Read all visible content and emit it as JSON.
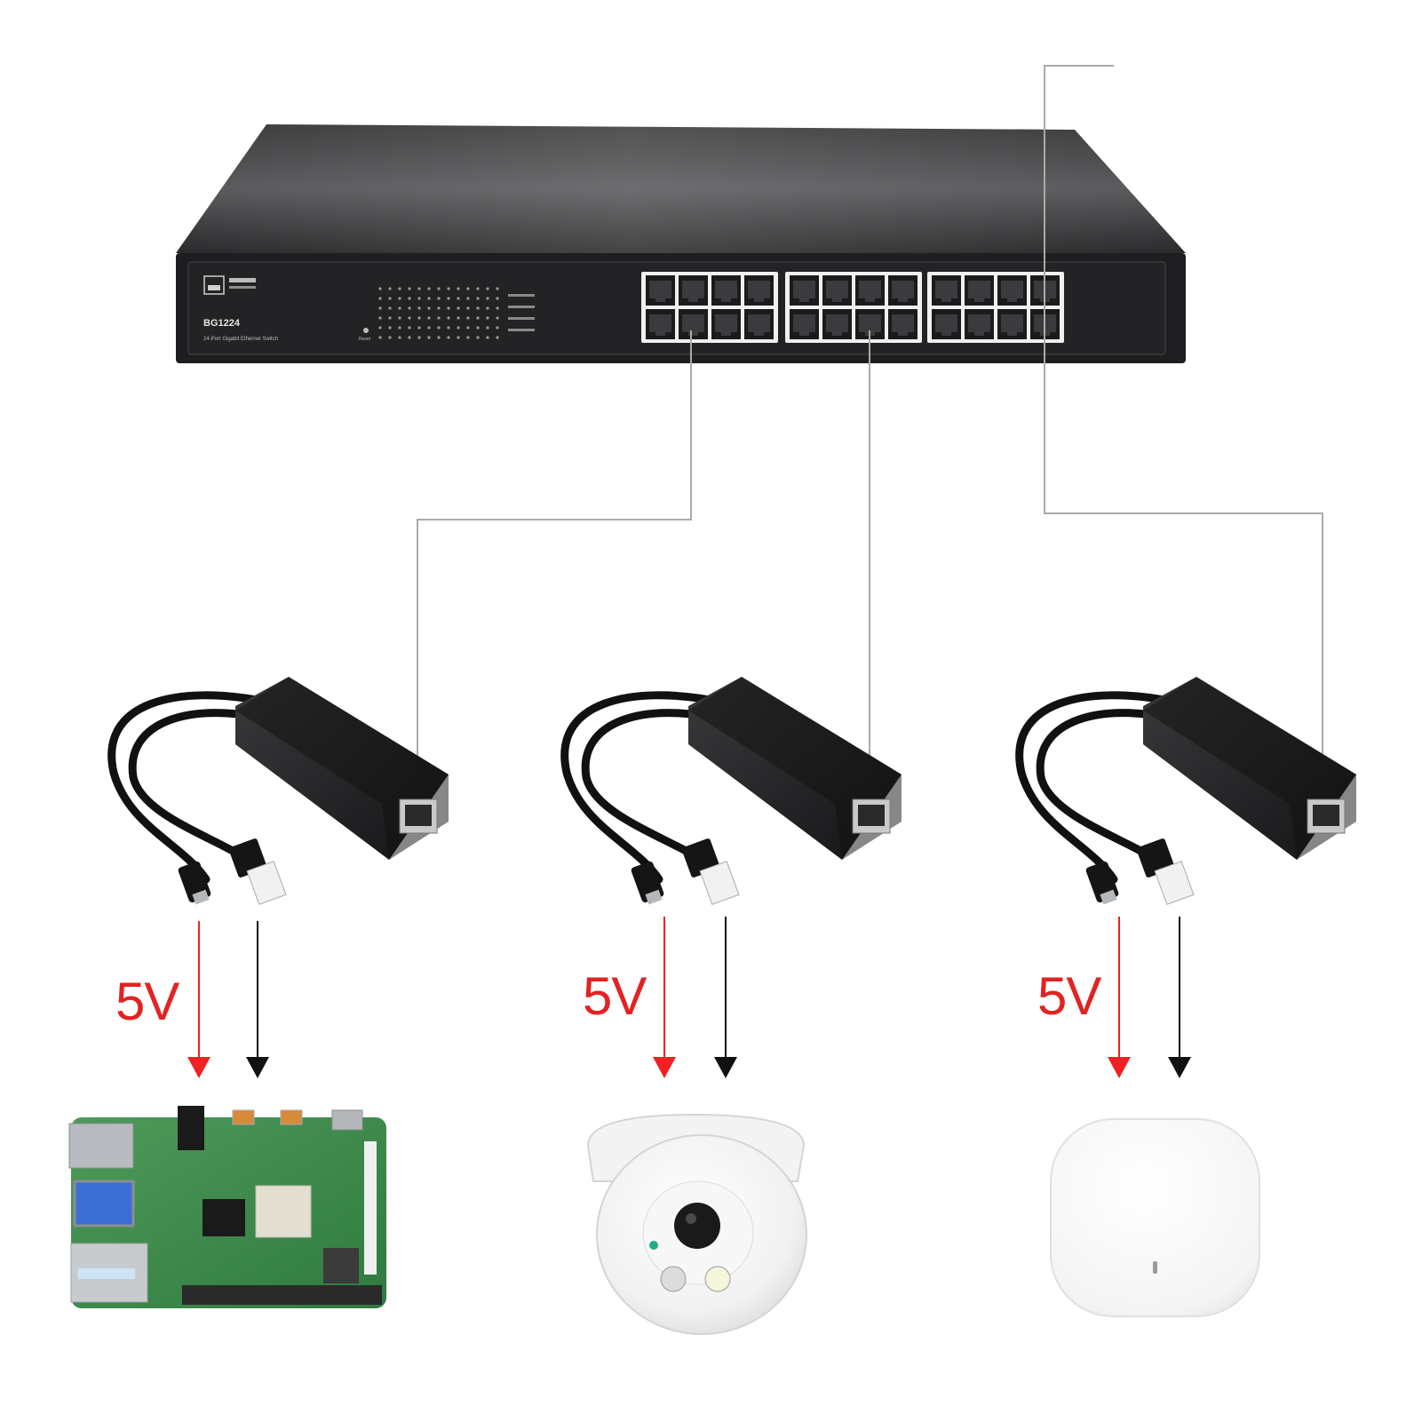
{
  "switch": {
    "model": "BG1224",
    "subtitle": "24-Port Gigabit Ethernet Switch",
    "reset_label": "Reset",
    "body_color": "#2b2b2d",
    "faceplate_color": "#1f1f21"
  },
  "links": [
    {
      "device": "raspberry-pi-board",
      "voltage_label": "5V"
    },
    {
      "device": "dome-camera",
      "voltage_label": "5V"
    },
    {
      "device": "wireless-access-point",
      "voltage_label": "5V"
    }
  ],
  "colors": {
    "power_arrow": "#ee2222",
    "data_arrow": "#111111",
    "cable_line": "#aaaaaa",
    "splitter_body": "#1c1c1e",
    "voltage_text": "#e32222"
  }
}
